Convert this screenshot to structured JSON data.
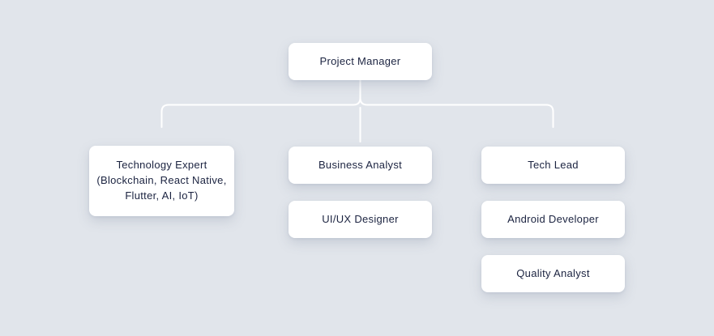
{
  "diagram": {
    "type": "org-chart",
    "colors": {
      "background": "#e1e5eb",
      "node_background": "#ffffff",
      "node_text": "#1b2340",
      "connector": "#ffffff"
    },
    "root": {
      "label": "Project Manager"
    },
    "branches": [
      {
        "nodes": [
          {
            "label": "Technology Expert\n(Blockchain, React Native,\nFlutter, AI, IoT)"
          }
        ]
      },
      {
        "nodes": [
          {
            "label": "Business Analyst"
          },
          {
            "label": "UI/UX Designer"
          }
        ]
      },
      {
        "nodes": [
          {
            "label": "Tech Lead"
          },
          {
            "label": "Android Developer"
          },
          {
            "label": "Quality Analyst"
          }
        ]
      }
    ]
  }
}
